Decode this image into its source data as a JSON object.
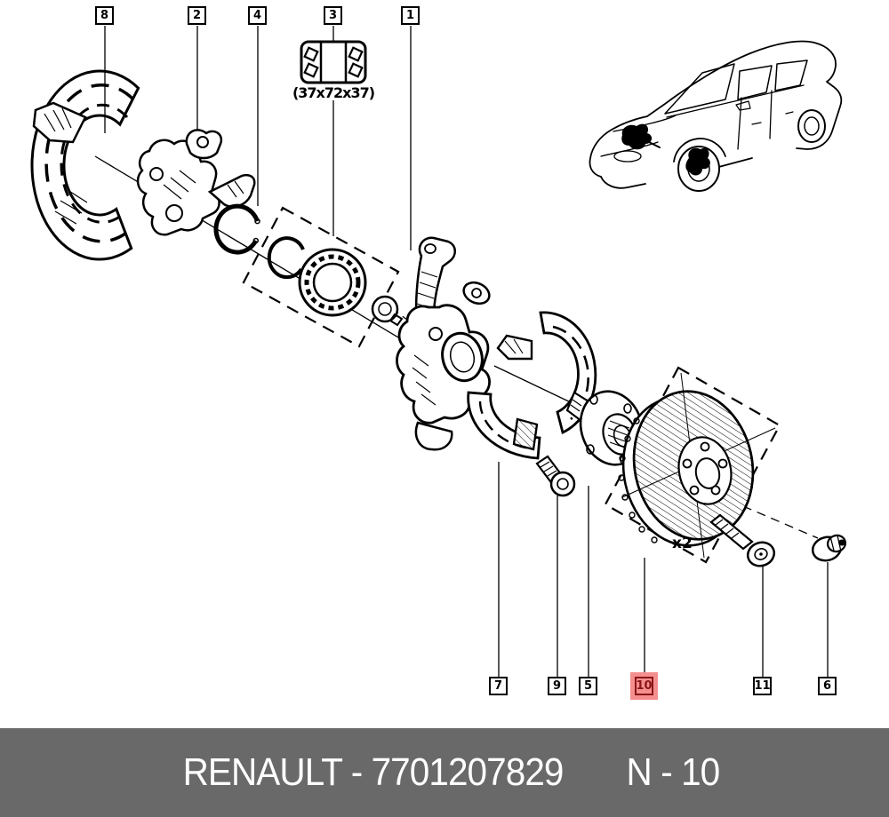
{
  "colors": {
    "highlight_bg": "#f58f8f",
    "highlight_border": "#8b1515",
    "footer_bg": "#696969",
    "footer_fg": "#ffffff",
    "line": "#000000"
  },
  "callouts": {
    "top": [
      {
        "id": "8",
        "part": "brake-dust-shield"
      },
      {
        "id": "2",
        "part": "stub-axle-carrier"
      },
      {
        "id": "4",
        "part": "snap-ring"
      },
      {
        "id": "3",
        "part": "wheel-bearing-kit"
      },
      {
        "id": "1",
        "part": "steering-knuckle"
      }
    ],
    "bottom": [
      {
        "id": "7",
        "part": "splash-shield"
      },
      {
        "id": "9",
        "part": "hub-bolt"
      },
      {
        "id": "5",
        "part": "wheel-hub"
      },
      {
        "id": "10",
        "part": "brake-disc",
        "highlighted": true
      },
      {
        "id": "11",
        "part": "disc-retaining-screw"
      },
      {
        "id": "6",
        "part": "hub-nut"
      }
    ]
  },
  "annotations": {
    "bearing_dimensions": "(37x72x37)",
    "disc_quantity": "x2"
  },
  "footer": {
    "label": "RENAULT - 7701207829",
    "page_ref": "N - 10"
  }
}
